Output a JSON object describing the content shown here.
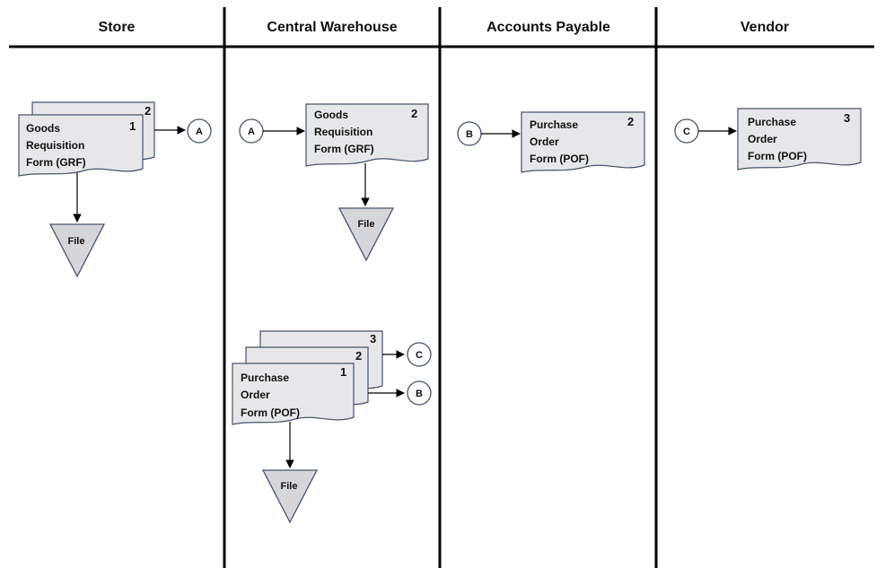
{
  "lanes": [
    {
      "id": "store",
      "label": "Store"
    },
    {
      "id": "warehouse",
      "label": "Central Warehouse"
    },
    {
      "id": "ap",
      "label": "Accounts Payable"
    },
    {
      "id": "vendor",
      "label": "Vendor"
    }
  ],
  "documents": {
    "store_grf": {
      "lines": [
        "Goods",
        "Requisition",
        "Form (GRF)"
      ],
      "copies": [
        "1",
        "2"
      ]
    },
    "warehouse_grf": {
      "lines": [
        "Goods",
        "Requisition",
        "Form (GRF)"
      ],
      "copy": "2"
    },
    "warehouse_pof": {
      "lines": [
        "Purchase",
        "Order",
        "Form (POF)"
      ],
      "copies": [
        "1",
        "2",
        "3"
      ]
    },
    "ap_pof": {
      "lines": [
        "Purchase",
        "Order",
        "Form (POF)"
      ],
      "copy": "2"
    },
    "vendor_pof": {
      "lines": [
        "Purchase",
        "Order",
        "Form (POF)"
      ],
      "copy": "3"
    }
  },
  "connectors": {
    "store_a": "A",
    "warehouse_a": "A",
    "warehouse_b": "B",
    "warehouse_c": "C",
    "ap_b": "B",
    "vendor_c": "C"
  },
  "files": {
    "store_file": "File",
    "warehouse_grf_file": "File",
    "warehouse_pof_file": "File"
  },
  "colors": {
    "doc_fill": "#e7e7ea",
    "doc_stroke": "#44546a",
    "file_fill": "#d6d6da",
    "line": "#000000"
  }
}
